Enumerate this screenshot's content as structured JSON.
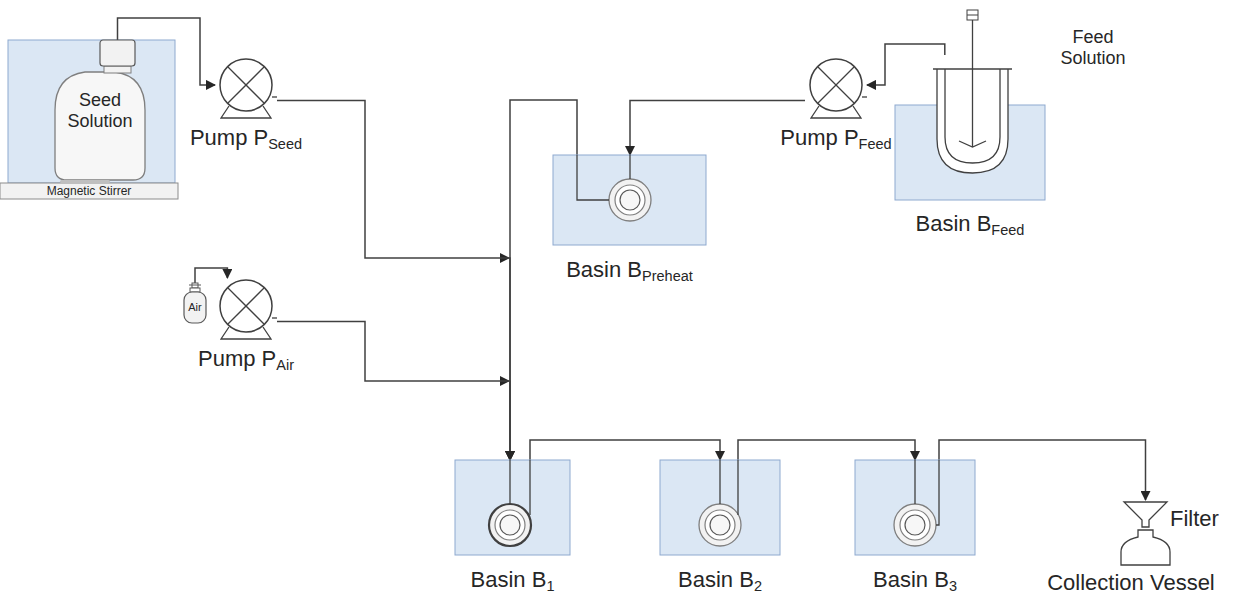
{
  "diagram": {
    "nodes": [
      {
        "text": [
          "Seed Solution"
        ]
      },
      {
        "text": [
          "Magnetic Stirrer"
        ]
      },
      {
        "text": [
          "Pump PSeed"
        ]
      },
      {
        "text": [
          "Air"
        ]
      },
      {
        "text": [
          "Pump PAir"
        ]
      },
      {
        "text": [
          "Basin BPreheat"
        ]
      },
      {
        "text": [
          "Pump PFeed"
        ]
      },
      {
        "text": [
          "Basin BFeed"
        ]
      },
      {
        "text": [
          "Feed Solution"
        ],
        "in": 7
      },
      {
        "text": [
          "Basin B1"
        ]
      },
      {
        "text": [
          "Basin B2"
        ]
      },
      {
        "text": [
          "Basin B3"
        ]
      },
      {
        "text": [
          "Filter",
          "Collection Vessel"
        ]
      }
    ],
    "edges": [
      {
        "from": 0,
        "to": 2,
        "arrow": "to"
      },
      {
        "from": 2,
        "to": 9,
        "arrow": "to"
      },
      {
        "from": 3,
        "to": 4,
        "arrow": "to"
      },
      {
        "from": 4,
        "to": 9,
        "arrow": "to"
      },
      {
        "from": 5,
        "to": 9,
        "arrow": "to"
      },
      {
        "from": 6,
        "to": 5,
        "arrow": "to"
      },
      {
        "from": 8,
        "to": 6,
        "arrow": "to"
      },
      {
        "from": 9,
        "to": 10,
        "arrow": "to"
      },
      {
        "from": 10,
        "to": 11,
        "arrow": "to"
      },
      {
        "from": 11,
        "to": 12,
        "arrow": "to"
      }
    ]
  }
}
